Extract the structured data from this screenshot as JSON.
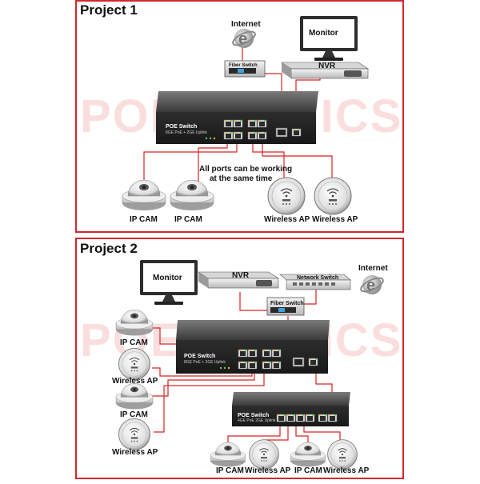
{
  "projects": [
    {
      "title": "Project 1",
      "labels": {
        "internet": "Internet",
        "monitor": "Monitor",
        "fiber_switch": "Fiber Switch",
        "nvr": "NVR",
        "poe_switch": "POE Switch",
        "poe_sub": "8GE PoE + 2GE Uplink",
        "note_line1": "All ports can be working",
        "note_line2": "at the same time",
        "ipcam_1": "IP CAM",
        "ipcam_2": "IP CAM",
        "ap_1": "Wireless AP",
        "ap_2": "Wireless AP"
      }
    },
    {
      "title": "Project 2",
      "labels": {
        "monitor": "Monitor",
        "nvr": "NVR",
        "network_switch": "Network Switch",
        "internet": "Internet",
        "fiber_switch": "Fiber Switch",
        "poe_switch": "POE Switch",
        "poe_sub": "8GE PoE + 2GE Uplink",
        "poe_switch_small": "POE Switch",
        "poe_small_sub": "4GE PoE 2GE Uplink",
        "left_1": "IP CAM",
        "left_2": "Wireless AP",
        "left_3": "IP CAM",
        "left_4": "Wireless AP",
        "bottom_1": "IP CAM",
        "bottom_2": "Wireless AP",
        "bottom_3": "IP CAM",
        "bottom_4": "Wireless AP"
      }
    }
  ],
  "watermark": "POETRONICS",
  "colors": {
    "frame": "#d0282e",
    "wire": "#dd2222",
    "device": "#3a3a3a",
    "watermark": "#f08a8a"
  }
}
